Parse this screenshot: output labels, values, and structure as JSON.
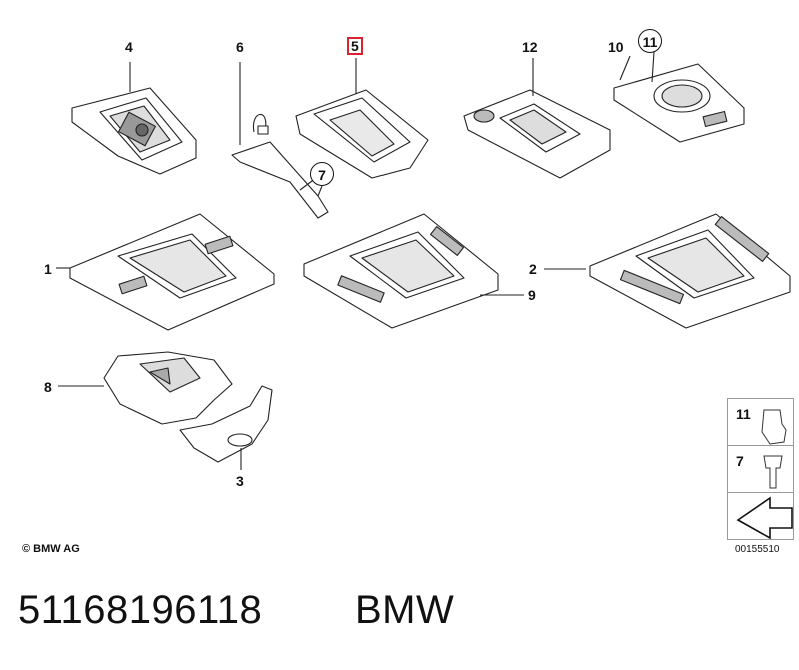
{
  "diagram": {
    "labels": {
      "p1": "1",
      "p2": "2",
      "p3": "3",
      "p4": "4",
      "p5": "5",
      "p6": "6",
      "p7": "7",
      "p8": "8",
      "p9": "9",
      "p10": "10",
      "p11": "11",
      "p12": "12"
    },
    "highlighted_part": "5",
    "highlight_color": "#d9242f"
  },
  "legend": {
    "items": [
      {
        "number": "11",
        "icon": "clip-nut-icon"
      },
      {
        "number": "7",
        "icon": "screw-icon"
      },
      {
        "number": "",
        "icon": "arrow-icon"
      }
    ]
  },
  "footer": {
    "copyright": "© BMW AG",
    "diagram_code": "00155510"
  },
  "caption": {
    "part_number": "51168196118",
    "brand": "BMW"
  }
}
